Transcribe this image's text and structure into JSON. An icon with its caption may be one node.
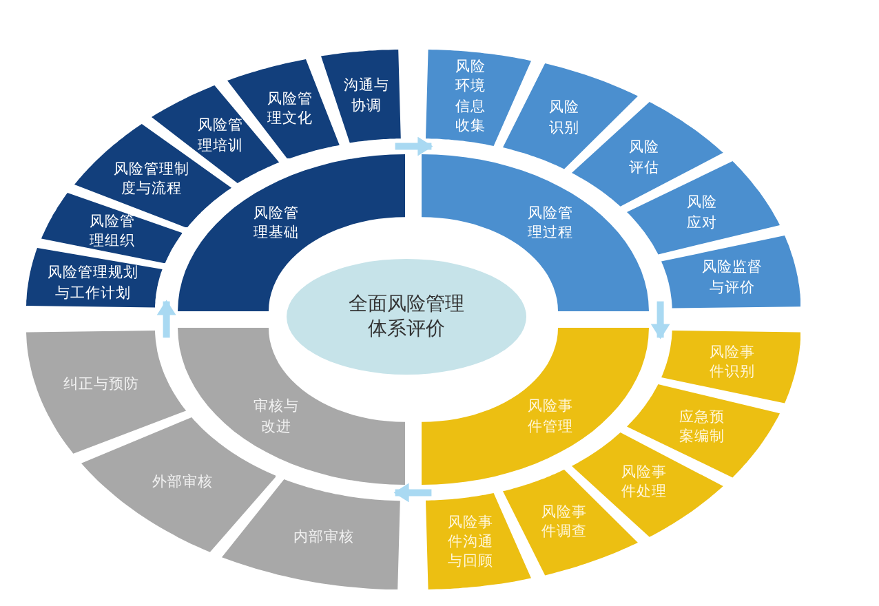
{
  "diagram": {
    "nodes": [
      {
        "text": [
          "全面风险管理体系评价"
        ]
      },
      {
        "text": [
          "风险管理基础"
        ]
      },
      {
        "text": [
          "风险管理规划与工作计划"
        ]
      },
      {
        "text": [
          "风险管理组织"
        ]
      },
      {
        "text": [
          "风险管理制度与流程"
        ]
      },
      {
        "text": [
          "风险管理培训"
        ]
      },
      {
        "text": [
          "风险管理文化"
        ]
      },
      {
        "text": [
          "沟通与协调"
        ]
      },
      {
        "text": [
          "风险管理过程"
        ]
      },
      {
        "text": [
          "风险环境信息收集"
        ]
      },
      {
        "text": [
          "风险识别"
        ]
      },
      {
        "text": [
          "风险评估"
        ]
      },
      {
        "text": [
          "风险应对"
        ]
      },
      {
        "text": [
          "风险监督与评价"
        ]
      },
      {
        "text": [
          "风险事件管理"
        ]
      },
      {
        "text": [
          "风险事件识别"
        ]
      },
      {
        "text": [
          "应急预案编制"
        ]
      },
      {
        "text": [
          "风险事件处理"
        ]
      },
      {
        "text": [
          "风险事件调查"
        ]
      },
      {
        "text": [
          "风险事件沟通与回顾"
        ]
      },
      {
        "text": [
          "审核与改进"
        ]
      },
      {
        "text": [
          "纠正与预防"
        ]
      },
      {
        "text": [
          "外部审核"
        ]
      },
      {
        "text": [
          "内部审核"
        ]
      }
    ],
    "edges": [
      {
        "from": 1,
        "to": 8,
        "arrow": "to"
      },
      {
        "from": 8,
        "to": 14,
        "arrow": "to"
      },
      {
        "from": 14,
        "to": 20,
        "arrow": "to"
      },
      {
        "from": 20,
        "to": 1,
        "arrow": "to"
      }
    ]
  }
}
